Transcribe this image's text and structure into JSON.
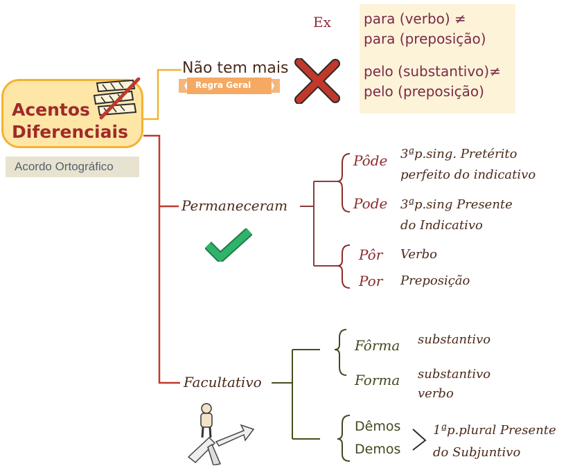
{
  "main": {
    "title_line1": "Acentos",
    "title_line2": "Diferenciais",
    "subtitle": "Acordo Ortográfico"
  },
  "branch1": {
    "label": "Não tem mais",
    "ribbon": "Regra Geral"
  },
  "example": {
    "prefix": "Ex",
    "lines": [
      "para (verbo) ≠",
      "para (preposição)",
      "pelo (substantivo)≠",
      "pelo (preposição)"
    ]
  },
  "branch2": {
    "label": "Permaneceram",
    "groups": [
      {
        "items": [
          {
            "word": "Pôde",
            "desc_lines": [
              "3ªp.sing. Pretérito",
              "perfeito do indicativo"
            ]
          },
          {
            "word": "Pode",
            "desc_lines": [
              "3ªp.sing Presente",
              "do Indicativo"
            ]
          }
        ]
      },
      {
        "items": [
          {
            "word": "Pôr",
            "desc_lines": [
              "Verbo"
            ]
          },
          {
            "word": "Por",
            "desc_lines": [
              "Preposição"
            ]
          }
        ]
      }
    ]
  },
  "branch3": {
    "label": "Facultativo",
    "forma": [
      {
        "word": "Fôrma",
        "desc_lines": [
          "substantivo"
        ]
      },
      {
        "word": "Forma",
        "desc_lines": [
          "substantivo",
          "verbo"
        ]
      }
    ],
    "demos": {
      "words": [
        "Dêmos",
        "Demos"
      ],
      "desc_lines": [
        "1ªp.plural Presente",
        "do Subjuntivo"
      ]
    }
  },
  "colors": {
    "main_fill": "#fde6a6",
    "main_border": "#f2b233",
    "title": "#a02a2a",
    "connector": "#c0392b",
    "check": "#2fb36b",
    "cross": "#c0392b",
    "ribbon": "#f5a962"
  }
}
